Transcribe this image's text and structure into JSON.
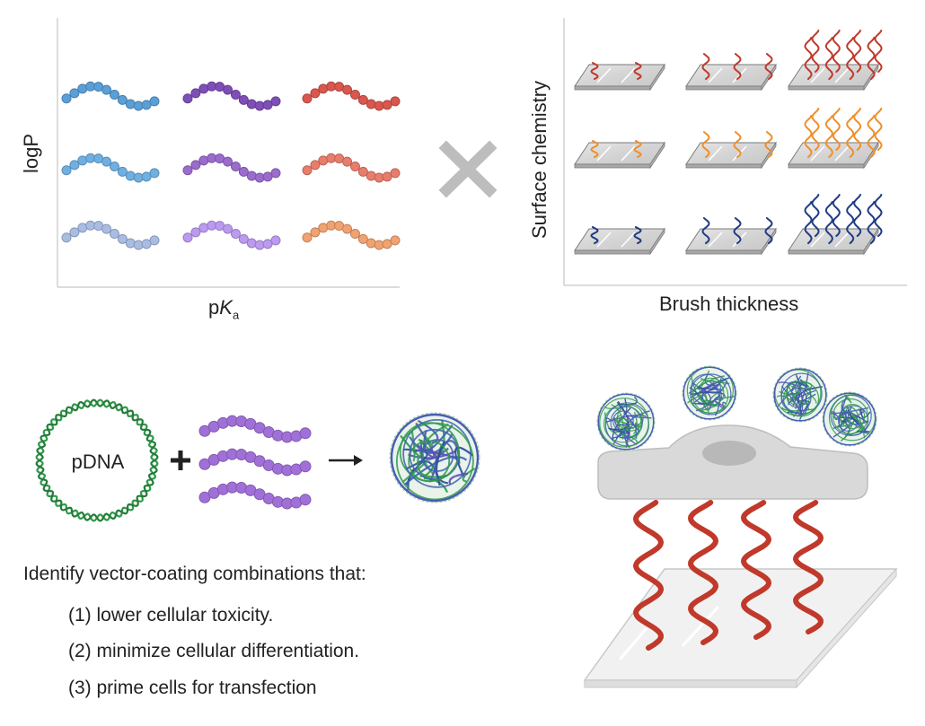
{
  "left_panel": {
    "y_axis_label": "logP",
    "x_axis_label_prefix": "p",
    "x_axis_label_italic": "K",
    "x_axis_label_subscript": "a",
    "polymer_colors": [
      [
        "#5b9fd8",
        "#7e4fb6",
        "#d9574e"
      ],
      [
        "#6fb0e2",
        "#9b6ccd",
        "#e97d6c"
      ],
      [
        "#a9bde4",
        "#bb9af0",
        "#f1a271"
      ]
    ]
  },
  "combine_symbol": "cross-multiply-icon",
  "right_panel": {
    "y_axis_label": "Surface chemistry",
    "x_axis_label": "Brush thickness",
    "brush_colors": [
      "#c0392b",
      "#ef8f2a",
      "#1f3b84"
    ],
    "brush_densities": [
      "low",
      "medium",
      "high"
    ]
  },
  "formulation": {
    "plasmid_label": "pDNA",
    "plus_symbol": "+",
    "arrow_symbol": "→",
    "polymer_color": "#a070d8",
    "dna_color": "#2e9a4a"
  },
  "goals": {
    "intro": "Identify vector-coating combinations that:",
    "items": [
      "(1) lower cellular toxicity.",
      "(2) minimize cellular differentiation.",
      "(3) prime cells for transfection"
    ]
  },
  "cell_scene": {
    "cell_color": "#d9d9d9",
    "nucleus_color": "#b8b8b8",
    "brush_color": "#c0392b"
  }
}
